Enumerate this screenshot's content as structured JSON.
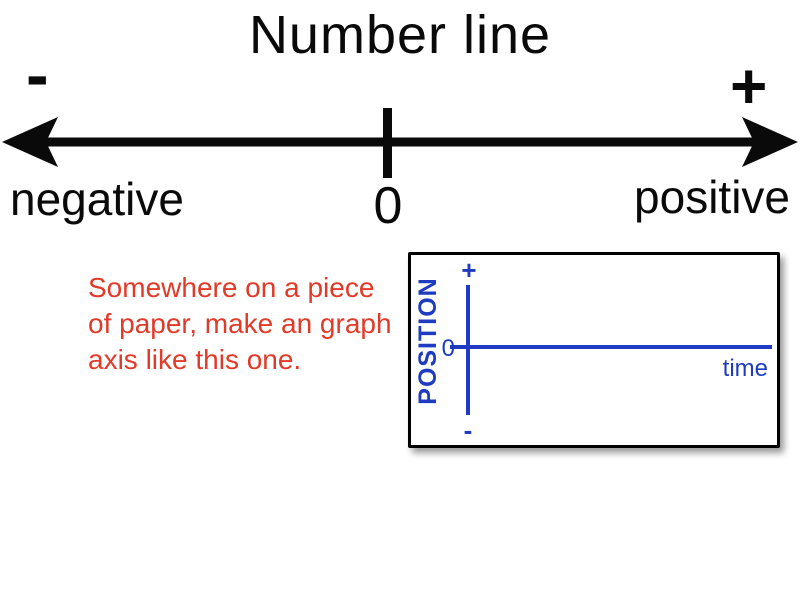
{
  "colors": {
    "ink": "#0a0a0a",
    "accent_red": "#e23a28",
    "accent_blue": "#1e3bc2",
    "panel_bg": "#ffffff"
  },
  "title": "Number line",
  "number_line": {
    "minus_sign": "-",
    "plus_sign": "+",
    "negative_label": "negative",
    "zero_label": "0",
    "positive_label": "positive"
  },
  "instruction": {
    "lines": [
      "Somewhere on a piece",
      "of paper, make an graph",
      "axis like this one."
    ]
  },
  "graph_panel": {
    "y_axis_label": "POSITION",
    "x_axis_label": "time",
    "plus_label": "+",
    "zero_label": "0",
    "minus_label": "-"
  }
}
